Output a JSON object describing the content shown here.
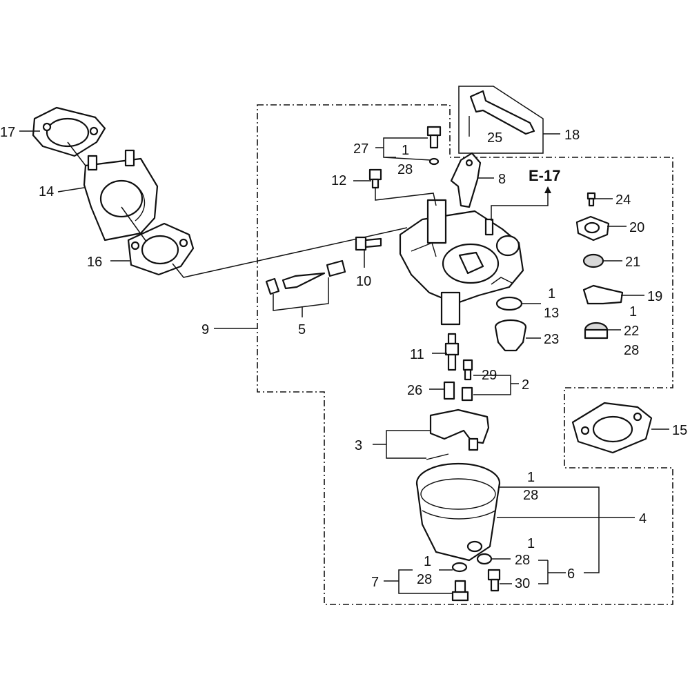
{
  "labels": {
    "l1": "1",
    "l2": "2",
    "l3": "3",
    "l4": "4",
    "l5": "5",
    "l6": "6",
    "l7": "7",
    "l8": "8",
    "l9": "9",
    "l10": "10",
    "l11": "11",
    "l12": "12",
    "l13": "13",
    "l14": "14",
    "l15": "15",
    "l16": "16",
    "l17": "17",
    "l18": "18",
    "l19": "19",
    "l20": "20",
    "l21": "21",
    "l22": "22",
    "l23": "23",
    "l24": "24",
    "l25": "25",
    "l26": "26",
    "l27": "27",
    "l28": "28",
    "l29": "29",
    "l30": "30",
    "ref": "E-17"
  },
  "colors": {
    "line": "#111111",
    "shade": "#d8d8d8",
    "background": "#ffffff"
  }
}
